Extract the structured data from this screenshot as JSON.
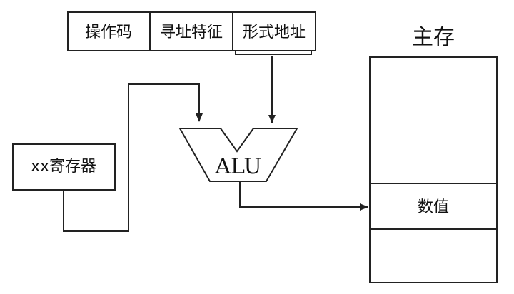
{
  "instruction": {
    "fields": [
      "操作码",
      "寻址特征",
      "形式地址"
    ]
  },
  "register": {
    "label": "xx寄存器"
  },
  "alu": {
    "label": "ALU"
  },
  "memory": {
    "title": "主存",
    "cell_label": "数值"
  }
}
